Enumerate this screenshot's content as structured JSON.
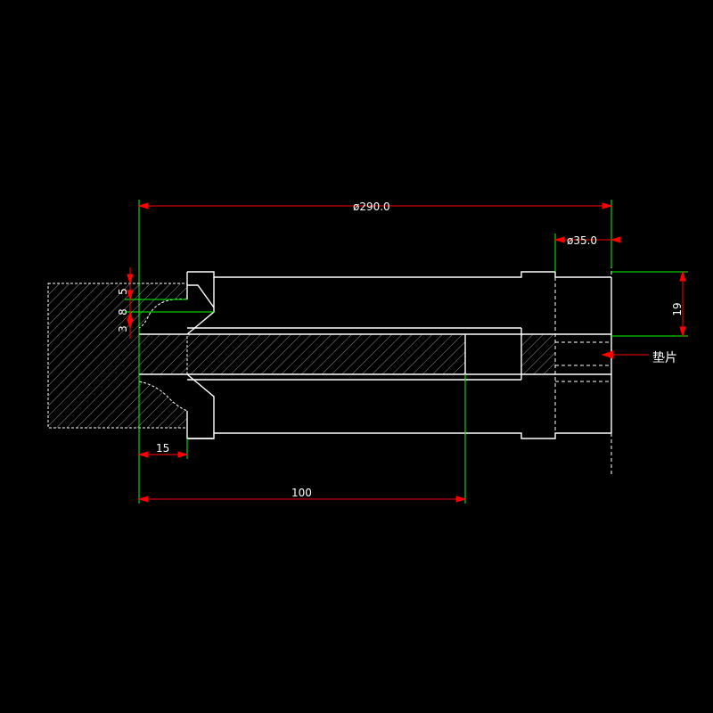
{
  "colors": {
    "background": "#000000",
    "outline": "#ffffff",
    "dimension_line": "#ff0000",
    "extension_line": "#00ff00",
    "hatch": "#9a9a9a"
  },
  "dimensions": {
    "overall_diameter": "ø290.0",
    "small_diameter": "ø35.0",
    "height_right": "19",
    "left_depth": "15",
    "length_100": "100",
    "vertical_upper": "5",
    "vertical_middle": "8",
    "vertical_lower": "3"
  },
  "labels": {
    "shim": "垫片"
  }
}
